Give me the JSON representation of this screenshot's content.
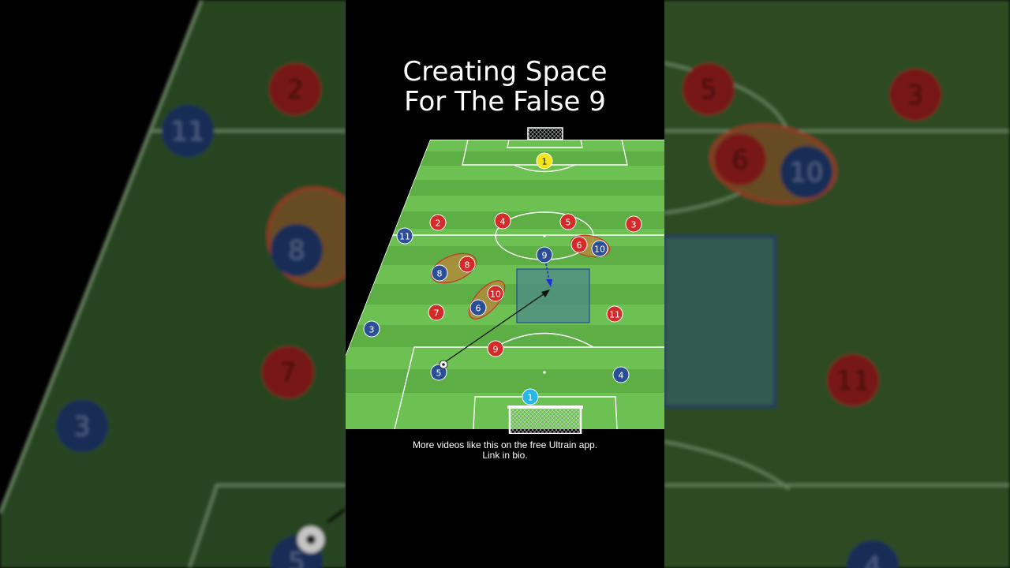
{
  "title": {
    "line1": "Creating Space",
    "line2": "For The False 9"
  },
  "caption": {
    "line1": "More videos like this on the free Ultrain app.",
    "line2": "Link in bio."
  },
  "colors": {
    "red_team": "#d42a2a",
    "blue_team": "#2b4f96",
    "opp_keeper": "#f2e619",
    "own_keeper": "#29b6e8",
    "pitch_light": "#6dc052",
    "pitch_dark": "#5cae45"
  },
  "players": {
    "opp_keeper": "1",
    "red": [
      "2",
      "4",
      "5",
      "3",
      "8",
      "6",
      "10",
      "7",
      "11",
      "9"
    ],
    "blue": [
      "11",
      "9",
      "10",
      "8",
      "6",
      "3",
      "5",
      "4"
    ],
    "own_keeper": "1"
  },
  "background": {
    "red": [
      "2",
      "7",
      "5",
      "3",
      "6",
      "11"
    ],
    "blue": [
      "11",
      "8",
      "3",
      "5",
      "10",
      "4"
    ]
  }
}
